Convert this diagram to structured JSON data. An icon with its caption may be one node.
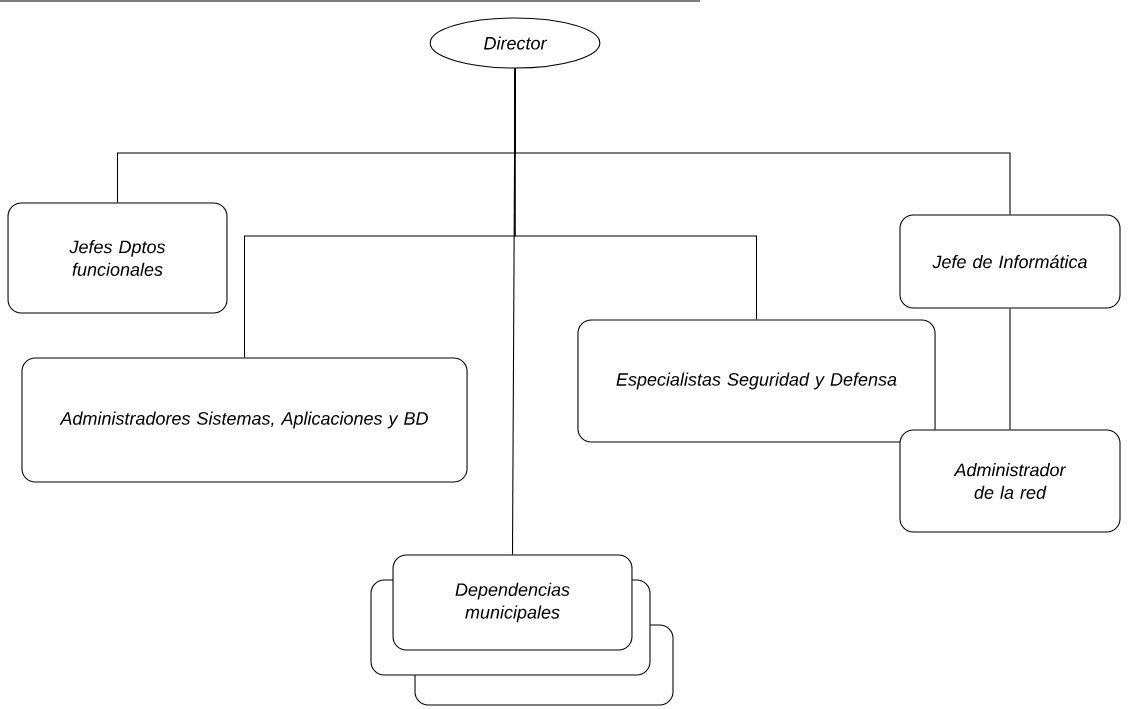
{
  "diagram": {
    "nodes": [
      {
        "text": [
          "Director"
        ]
      },
      {
        "text": [
          "Jefes Dptos funcionales"
        ]
      },
      {
        "text": [
          "Jefe de Informática"
        ]
      },
      {
        "text": [
          "Administradores Sistemas, Aplicaciones y BD"
        ]
      },
      {
        "text": [
          "Especialistas Seguridad y Defensa"
        ]
      },
      {
        "text": [
          "Administrador de la red"
        ]
      },
      {
        "text": [
          "Dependencias municipales"
        ]
      }
    ],
    "edges": [
      {
        "from": 0,
        "to": 1,
        "arrow": "none"
      },
      {
        "from": 0,
        "to": 2,
        "arrow": "none"
      },
      {
        "from": 0,
        "to": 3,
        "arrow": "none"
      },
      {
        "from": 0,
        "to": 4,
        "arrow": "none"
      },
      {
        "from": 0,
        "to": 6,
        "arrow": "none"
      },
      {
        "from": 2,
        "to": 5,
        "arrow": "none"
      }
    ]
  }
}
